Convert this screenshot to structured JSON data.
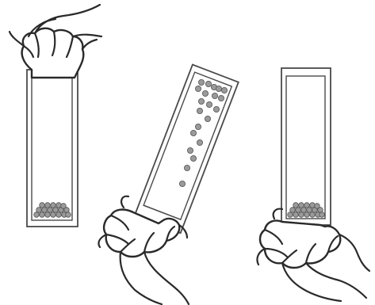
{
  "figure": {
    "panels": [
      {
        "id": "tube-held-top",
        "bead_state": "settled"
      },
      {
        "id": "tube-tilted-falling",
        "bead_state": "falling"
      },
      {
        "id": "tube-held-bottom",
        "bead_state": "settled"
      }
    ],
    "colors": {
      "line": "#2a2a2a",
      "tube": "#4a4a4a",
      "bead_fill": "#9a9a9a",
      "bead_stroke": "#555555",
      "background": "#ffffff"
    }
  }
}
